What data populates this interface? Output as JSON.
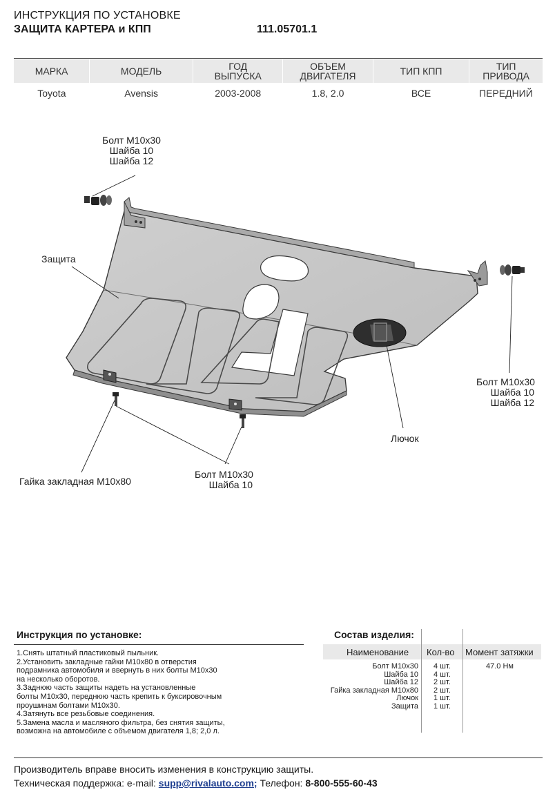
{
  "header": {
    "title": "ИНСТРУКЦИЯ ПО УСТАНОВКЕ",
    "subtitle": "ЗАЩИТА КАРТЕРА и КПП",
    "code": "111.05701.1"
  },
  "spec_table": {
    "headers": [
      [
        "МАРКА"
      ],
      [
        "МОДЕЛЬ"
      ],
      [
        "ГОД",
        "ВЫПУСКА"
      ],
      [
        "ОБЪЕМ",
        "ДВИГАТЕЛЯ"
      ],
      [
        "ТИП КПП"
      ],
      [
        "ТИП",
        "ПРИВОДА"
      ]
    ],
    "row": [
      "Toyota",
      "Avensis",
      "2003-2008",
      "1.8, 2.0",
      "ВСЕ",
      "ПЕРЕДНИЙ"
    ]
  },
  "callouts": {
    "top_bolt": [
      "Болт М10х30",
      "Шайба 10",
      "Шайба 12"
    ],
    "protection": "Защита",
    "right_bolt": [
      "Болт М10х30",
      "Шайба 10",
      "Шайба 12"
    ],
    "hatch": "Лючок",
    "nut": "Гайка закладная М10х80",
    "bottom_bolt": [
      "Болт М10х30",
      "Шайба 10"
    ]
  },
  "instructions": {
    "title": "Инструкция по установке:",
    "lines": [
      "1.Снять штатный пластиковый пыльник.",
      "2.Установить закладные гайки М10х80 в отверстия",
      "подрамника автомобиля и ввернуть в них болты М10х30",
      "на несколько оборотов.",
      "3.Заднюю часть защиты надеть на установленные",
      "болты М10х30, переднюю часть крепить к буксировочным",
      "проушинам болтами М10х30.",
      "4.Затянуть все резьбовые соединения.",
      "5.Замена масла и масляного фильтра, без снятия защиты,",
      "возможна на автомобиле с объемом двигателя 1,8; 2,0 л."
    ]
  },
  "composition": {
    "title": "Состав изделия:",
    "headers": [
      "Наименование",
      "Кол-во",
      "Момент затяжки"
    ],
    "rows": [
      {
        "name": "Болт М10х30",
        "qty": "4 шт.",
        "torque": "47.0 Нм"
      },
      {
        "name": "Шайба 10",
        "qty": "4 шт.",
        "torque": ""
      },
      {
        "name": "Шайба 12",
        "qty": "2 шт.",
        "torque": ""
      },
      {
        "name": "Гайка закладная М10х80",
        "qty": "2 шт.",
        "torque": ""
      },
      {
        "name": "Лючок",
        "qty": "1 шт.",
        "torque": ""
      },
      {
        "name": "Защита",
        "qty": "1 шт.",
        "torque": ""
      }
    ]
  },
  "footer": {
    "note": "Производитель вправе вносить изменения в конструкцию защиты.",
    "support_label": "Техническая поддержка:  e-mail: ",
    "email": "supp@rivalauto.com;",
    "phone_label": " Телефон: ",
    "phone": "8-800-555-60-43"
  },
  "colors": {
    "plate": "#c6c6c6",
    "plate_stroke": "#3a3a3a",
    "header_bg": "#e9e9e9",
    "link": "#1f3f8f"
  }
}
